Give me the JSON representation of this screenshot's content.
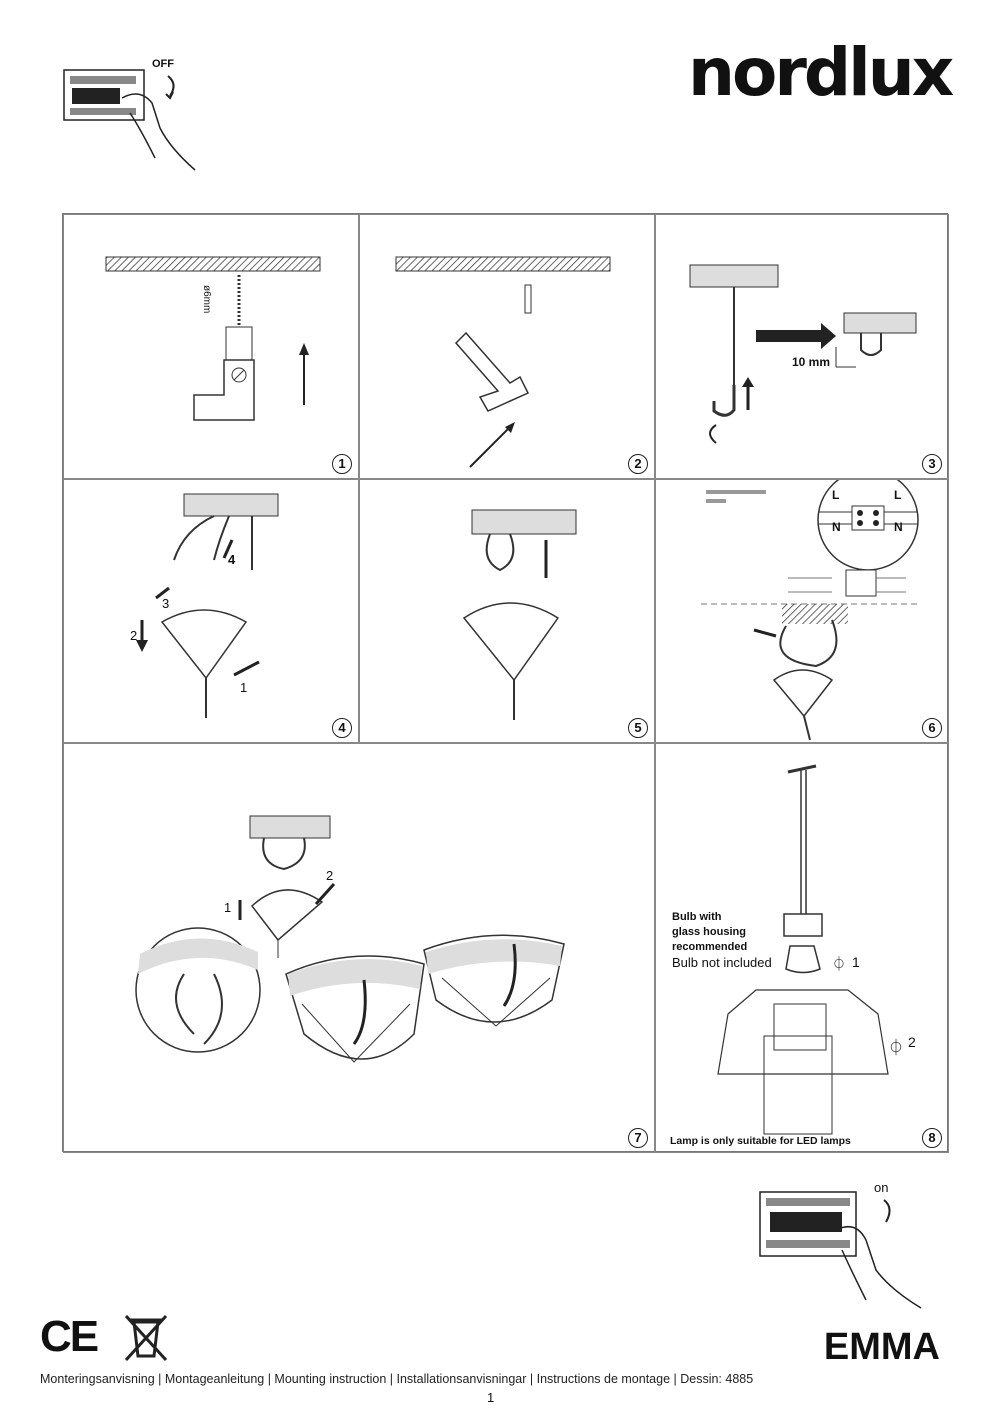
{
  "brand": {
    "logo": "nordlux"
  },
  "switch_off": {
    "label": "OFF"
  },
  "switch_on": {
    "label": "on"
  },
  "steps": [
    {
      "number": "1",
      "dimension": "ø6mm"
    },
    {
      "number": "2"
    },
    {
      "number": "3",
      "dimension": "10 mm"
    },
    {
      "number": "4",
      "arrows": [
        "1",
        "2",
        "3",
        "4"
      ]
    },
    {
      "number": "5"
    },
    {
      "number": "6",
      "terminal_labels": [
        "L",
        "L",
        "N",
        "N"
      ]
    },
    {
      "number": "7",
      "arrows": [
        "1",
        "2"
      ]
    },
    {
      "number": "8",
      "notes": [
        "Bulb with",
        "glass housing",
        "recommended",
        "Bulb not included"
      ],
      "actions": [
        "1",
        "2"
      ],
      "warning": "Lamp is only suitable for LED lamps"
    }
  ],
  "product": {
    "name": "EMMA"
  },
  "marks": {
    "ce": "CE"
  },
  "footer": {
    "text": "Monteringsanvisning | Montageanleitung | Mounting instruction | Installationsanvisningar | Instructions de montage | Dessin: 4885",
    "page": "1"
  }
}
